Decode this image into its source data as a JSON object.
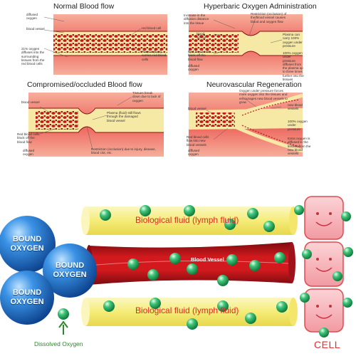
{
  "panels": {
    "normal": {
      "title": "Normal Blood flow",
      "notes": {
        "diffused": "diffused oxygen",
        "vessel": "blood vessel",
        "rbc": "red blood cell",
        "pct": "21% oxygen diffuses into the surrounding tissues from the red blood cells",
        "plasma": "Plasma (fluid) carries red blood cells"
      }
    },
    "hyperbaric": {
      "title": "Hyperbaric Oxygen Administration",
      "notes": {
        "increase": "Increase in the diffusion distance into the tissue",
        "restriction": "Restriction (occlusion) of the blood vessel causes blood and oxygen flow",
        "vessel": "blood vessel",
        "plasma": "Plasma can carry 100% oxygen under pressure",
        "rbc_block": "Red blood cells block off the blood flow",
        "diffused": "diffused oxygen",
        "under": "100% oxygen under pressure diffuses from the plasma up to three times further into the tissues"
      }
    },
    "compromised": {
      "title": "Compromised/occluded  Blood flow",
      "notes": {
        "vessel": "blood vessel",
        "tissues": "Tissues break down due to lack of oxygen",
        "plasma": "Plasma (fluid) still flows through the damaged blood vessel",
        "rbc_block": "Red blood cells block off the blood flow",
        "diffused": "diffused oxygen",
        "restriction": "Restriction (occlusion) due to injury, disease, blood clot, etc."
      }
    },
    "neuro": {
      "title": "Neurovascular Regeneration",
      "notes": {
        "forces": "Oxygen under pressure forces more oxygen into the tissues and encourages new blood vessels to grow",
        "vessel": "blood vessel",
        "new_vessels": "new blood vessels",
        "carry": "100% oxygen under pressure",
        "rbc_flow": "Red blood cells flow into new blood vessels",
        "diffused": "diffused oxygen",
        "extra": "Extra oxygen is diffused to the tissues from the new blood vessels"
      }
    }
  },
  "bottom": {
    "bound_oxygen": "BOUND OXYGEN",
    "fluid_top": "Biological fluid (lymph fluid)",
    "fluid_bottom": "Biological fluid (lymph fluid)",
    "blood_vessel": "Blood Vessel",
    "cell": "CELL",
    "dissolved_oxygen": "Dissolved Oxygen"
  },
  "colors": {
    "tissue": "#e8463c",
    "plasma": "#f6e9a6",
    "rbc": "#c4161c",
    "oxygen_ball": "#2fb56a",
    "bound_sphere": "#1f6fc4",
    "lymph_tube": "#f7f08a",
    "cell_pink": "#f6b3b8",
    "cell_outline": "#e04a50"
  },
  "icons": [
    "up-arrow-icon",
    "smiley-face-icon"
  ]
}
